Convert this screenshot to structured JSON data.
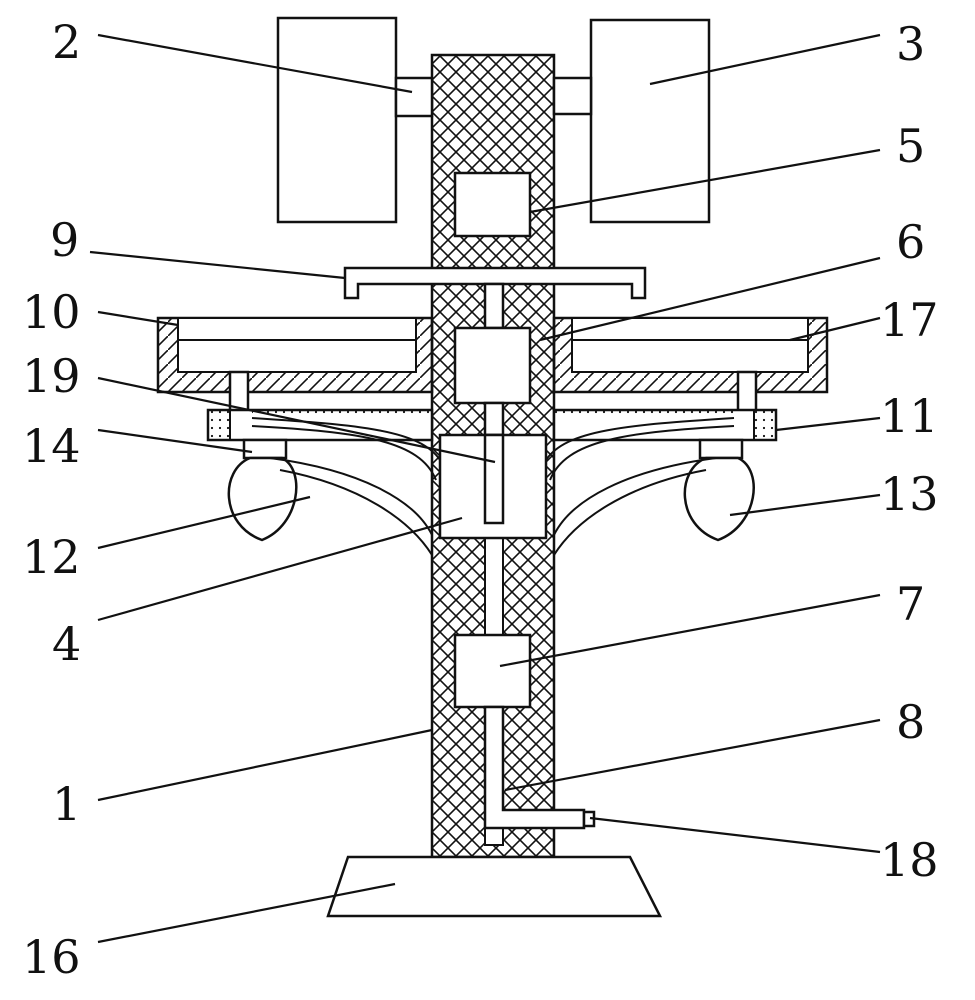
{
  "colors": {
    "line": "#111111",
    "background": "#ffffff"
  },
  "labels": {
    "l1": "1",
    "l2": "2",
    "l3": "3",
    "l4": "4",
    "l5": "5",
    "l6": "6",
    "l7": "7",
    "l8": "8",
    "l9": "9",
    "l10": "10",
    "l11": "11",
    "l12": "12",
    "l13": "13",
    "l14": "14",
    "l16": "16",
    "l17": "17",
    "l18": "18",
    "l19": "19"
  }
}
